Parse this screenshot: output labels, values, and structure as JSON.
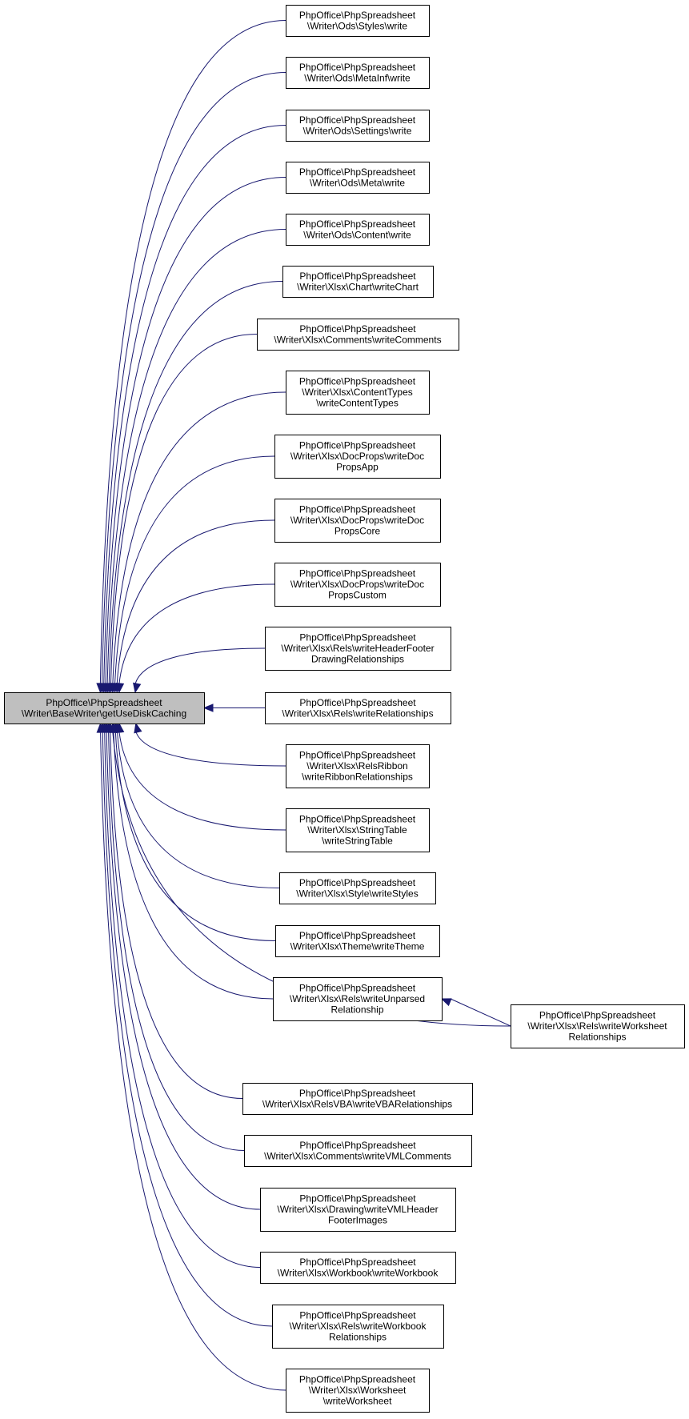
{
  "diagram": {
    "root": {
      "id": "root",
      "lines": [
        "PhpOffice\\PhpSpreadsheet",
        "\\Writer\\BaseWriter\\getUseDiskCaching"
      ]
    },
    "callers": [
      {
        "id": "ods_styles",
        "lines": [
          "PhpOffice\\PhpSpreadsheet",
          "\\Writer\\Ods\\Styles\\write"
        ]
      },
      {
        "id": "ods_metainf",
        "lines": [
          "PhpOffice\\PhpSpreadsheet",
          "\\Writer\\Ods\\MetaInf\\write"
        ]
      },
      {
        "id": "ods_settings",
        "lines": [
          "PhpOffice\\PhpSpreadsheet",
          "\\Writer\\Ods\\Settings\\write"
        ]
      },
      {
        "id": "ods_meta",
        "lines": [
          "PhpOffice\\PhpSpreadsheet",
          "\\Writer\\Ods\\Meta\\write"
        ]
      },
      {
        "id": "ods_content",
        "lines": [
          "PhpOffice\\PhpSpreadsheet",
          "\\Writer\\Ods\\Content\\write"
        ]
      },
      {
        "id": "xlsx_chart",
        "lines": [
          "PhpOffice\\PhpSpreadsheet",
          "\\Writer\\Xlsx\\Chart\\writeChart"
        ]
      },
      {
        "id": "xlsx_comments",
        "lines": [
          "PhpOffice\\PhpSpreadsheet",
          "\\Writer\\Xlsx\\Comments\\writeComments"
        ]
      },
      {
        "id": "xlsx_contenttypes",
        "lines": [
          "PhpOffice\\PhpSpreadsheet",
          "\\Writer\\Xlsx\\ContentTypes",
          "\\writeContentTypes"
        ]
      },
      {
        "id": "xlsx_docprops_app",
        "lines": [
          "PhpOffice\\PhpSpreadsheet",
          "\\Writer\\Xlsx\\DocProps\\writeDoc",
          "PropsApp"
        ]
      },
      {
        "id": "xlsx_docprops_core",
        "lines": [
          "PhpOffice\\PhpSpreadsheet",
          "\\Writer\\Xlsx\\DocProps\\writeDoc",
          "PropsCore"
        ]
      },
      {
        "id": "xlsx_docprops_custom",
        "lines": [
          "PhpOffice\\PhpSpreadsheet",
          "\\Writer\\Xlsx\\DocProps\\writeDoc",
          "PropsCustom"
        ]
      },
      {
        "id": "xlsx_rels_hf",
        "lines": [
          "PhpOffice\\PhpSpreadsheet",
          "\\Writer\\Xlsx\\Rels\\writeHeaderFooter",
          "DrawingRelationships"
        ]
      },
      {
        "id": "xlsx_rels_rel",
        "lines": [
          "PhpOffice\\PhpSpreadsheet",
          "\\Writer\\Xlsx\\Rels\\writeRelationships"
        ]
      },
      {
        "id": "xlsx_relsribbon",
        "lines": [
          "PhpOffice\\PhpSpreadsheet",
          "\\Writer\\Xlsx\\RelsRibbon",
          "\\writeRibbonRelationships"
        ]
      },
      {
        "id": "xlsx_stringtable",
        "lines": [
          "PhpOffice\\PhpSpreadsheet",
          "\\Writer\\Xlsx\\StringTable",
          "\\writeStringTable"
        ]
      },
      {
        "id": "xlsx_style",
        "lines": [
          "PhpOffice\\PhpSpreadsheet",
          "\\Writer\\Xlsx\\Style\\writeStyles"
        ]
      },
      {
        "id": "xlsx_theme",
        "lines": [
          "PhpOffice\\PhpSpreadsheet",
          "\\Writer\\Xlsx\\Theme\\writeTheme"
        ]
      },
      {
        "id": "xlsx_rels_unparsed",
        "lines": [
          "PhpOffice\\PhpSpreadsheet",
          "\\Writer\\Xlsx\\Rels\\writeUnparsed",
          "Relationship"
        ]
      },
      {
        "id": "xlsx_rels_worksheet",
        "lines": [
          "PhpOffice\\PhpSpreadsheet",
          "\\Writer\\Xlsx\\Rels\\writeWorksheet",
          "Relationships"
        ]
      },
      {
        "id": "xlsx_relsvba",
        "lines": [
          "PhpOffice\\PhpSpreadsheet",
          "\\Writer\\Xlsx\\RelsVBA\\writeVBARelationships"
        ]
      },
      {
        "id": "xlsx_vmlcomments",
        "lines": [
          "PhpOffice\\PhpSpreadsheet",
          "\\Writer\\Xlsx\\Comments\\writeVMLComments"
        ]
      },
      {
        "id": "xlsx_drawing_vml",
        "lines": [
          "PhpOffice\\PhpSpreadsheet",
          "\\Writer\\Xlsx\\Drawing\\writeVMLHeader",
          "FooterImages"
        ]
      },
      {
        "id": "xlsx_workbook",
        "lines": [
          "PhpOffice\\PhpSpreadsheet",
          "\\Writer\\Xlsx\\Workbook\\writeWorkbook"
        ]
      },
      {
        "id": "xlsx_rels_workbook",
        "lines": [
          "PhpOffice\\PhpSpreadsheet",
          "\\Writer\\Xlsx\\Rels\\writeWorkbook",
          "Relationships"
        ]
      },
      {
        "id": "xlsx_worksheet",
        "lines": [
          "PhpOffice\\PhpSpreadsheet",
          "\\Writer\\Xlsx\\Worksheet",
          "\\writeWorksheet"
        ]
      }
    ],
    "edges": [
      {
        "from": "ods_styles",
        "to": "root"
      },
      {
        "from": "ods_metainf",
        "to": "root"
      },
      {
        "from": "ods_settings",
        "to": "root"
      },
      {
        "from": "ods_meta",
        "to": "root"
      },
      {
        "from": "ods_content",
        "to": "root"
      },
      {
        "from": "xlsx_chart",
        "to": "root"
      },
      {
        "from": "xlsx_comments",
        "to": "root"
      },
      {
        "from": "xlsx_contenttypes",
        "to": "root"
      },
      {
        "from": "xlsx_docprops_app",
        "to": "root"
      },
      {
        "from": "xlsx_docprops_core",
        "to": "root"
      },
      {
        "from": "xlsx_docprops_custom",
        "to": "root"
      },
      {
        "from": "xlsx_rels_hf",
        "to": "root"
      },
      {
        "from": "xlsx_rels_rel",
        "to": "root"
      },
      {
        "from": "xlsx_relsribbon",
        "to": "root"
      },
      {
        "from": "xlsx_stringtable",
        "to": "root"
      },
      {
        "from": "xlsx_style",
        "to": "root"
      },
      {
        "from": "xlsx_theme",
        "to": "root"
      },
      {
        "from": "xlsx_rels_unparsed",
        "to": "root"
      },
      {
        "from": "xlsx_rels_worksheet",
        "to": "root"
      },
      {
        "from": "xlsx_rels_worksheet",
        "to": "xlsx_rels_unparsed"
      },
      {
        "from": "xlsx_relsvba",
        "to": "root"
      },
      {
        "from": "xlsx_vmlcomments",
        "to": "root"
      },
      {
        "from": "xlsx_drawing_vml",
        "to": "root"
      },
      {
        "from": "xlsx_workbook",
        "to": "root"
      },
      {
        "from": "xlsx_rels_workbook",
        "to": "root"
      },
      {
        "from": "xlsx_worksheet",
        "to": "root"
      }
    ]
  }
}
